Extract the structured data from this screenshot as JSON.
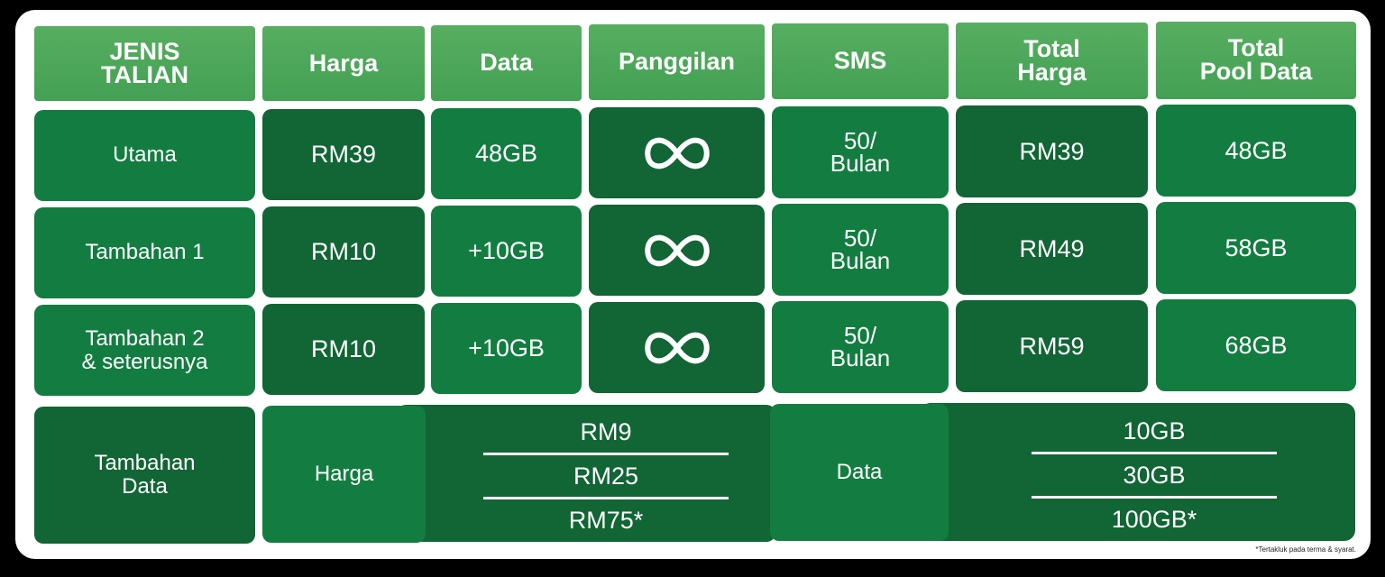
{
  "header": {
    "columns": [
      {
        "line1": "JENIS",
        "line2": "TALIAN"
      },
      {
        "line1": "Harga",
        "line2": ""
      },
      {
        "line1": "Data",
        "line2": ""
      },
      {
        "line1": "Panggilan",
        "line2": ""
      },
      {
        "line1": "SMS",
        "line2": ""
      },
      {
        "line1": "Total",
        "line2": "Harga"
      },
      {
        "line1": "Total",
        "line2": "Pool Data"
      }
    ]
  },
  "rows": [
    {
      "jenis_1": "Utama",
      "jenis_2": "",
      "harga": "RM39",
      "data": "48GB",
      "panggilan_icon": "infinity-icon",
      "sms_1": "50/",
      "sms_2": "Bulan",
      "total_harga": "RM39",
      "total_pool": "48GB"
    },
    {
      "jenis_1": "Tambahan 1",
      "jenis_2": "",
      "harga": "RM10",
      "data": "+10GB",
      "panggilan_icon": "infinity-icon",
      "sms_1": "50/",
      "sms_2": "Bulan",
      "total_harga": "RM49",
      "total_pool": "58GB"
    },
    {
      "jenis_1": "Tambahan 2",
      "jenis_2": "& seterusnya",
      "harga": "RM10",
      "data": "+10GB",
      "panggilan_icon": "infinity-icon",
      "sms_1": "50/",
      "sms_2": "Bulan",
      "total_harga": "RM59",
      "total_pool": "68GB"
    }
  ],
  "addon": {
    "label_1": "Tambahan",
    "label_2": "Data",
    "harga_label": "Harga",
    "prices": [
      "RM9",
      "RM25",
      "RM75*"
    ],
    "data_label": "Data",
    "data_sizes": [
      "10GB",
      "30GB",
      "100GB*"
    ]
  },
  "footnote": "*Tertakluk pada terma & syarat.",
  "colors": {
    "header_top": "#57AE60",
    "header_bottom": "#43A054",
    "cell_light": "#137D41",
    "cell_dark": "#126535"
  }
}
